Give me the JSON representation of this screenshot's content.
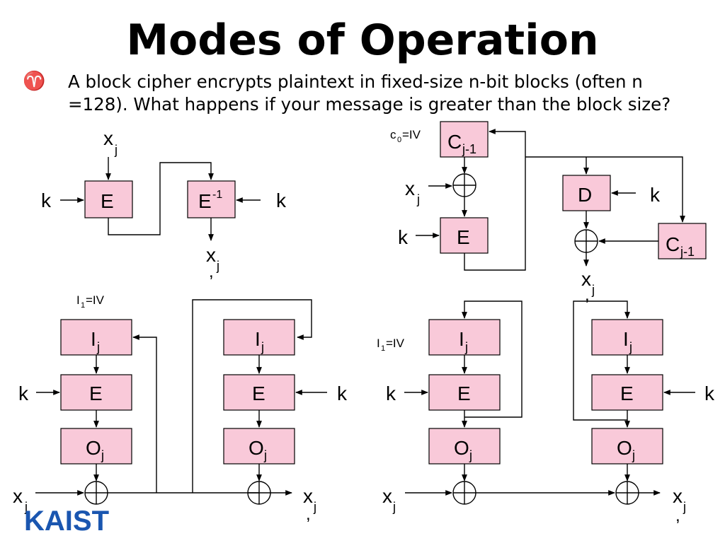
{
  "slide": {
    "title": "Modes of Operation",
    "bullet_marker": "♈",
    "bullet_text": "A block cipher encrypts plaintext in fixed-size n-bit blocks (often n =128). What happens if your message is greater than the block size?"
  },
  "labels": {
    "x": "x",
    "j": "j",
    "k": "k",
    "E": "E",
    "D": "D",
    "E_inv": "E",
    "neg_one": "-1",
    "C": "C",
    "j_minus_1": "j-1",
    "c0_iv_c": "c",
    "c0_iv_sub": "0",
    "c0_iv_rest": "=IV",
    "I": "I",
    "O": "O",
    "I1_iv_I": "I",
    "I1_iv_sub": "1",
    "I1_iv_rest": "=IV",
    "prime": ","
  },
  "logo": {
    "text": "KAIST",
    "color": "#1a56b0"
  },
  "colors": {
    "box_fill": "#f9c9d9",
    "bullet": "#cc0000"
  }
}
